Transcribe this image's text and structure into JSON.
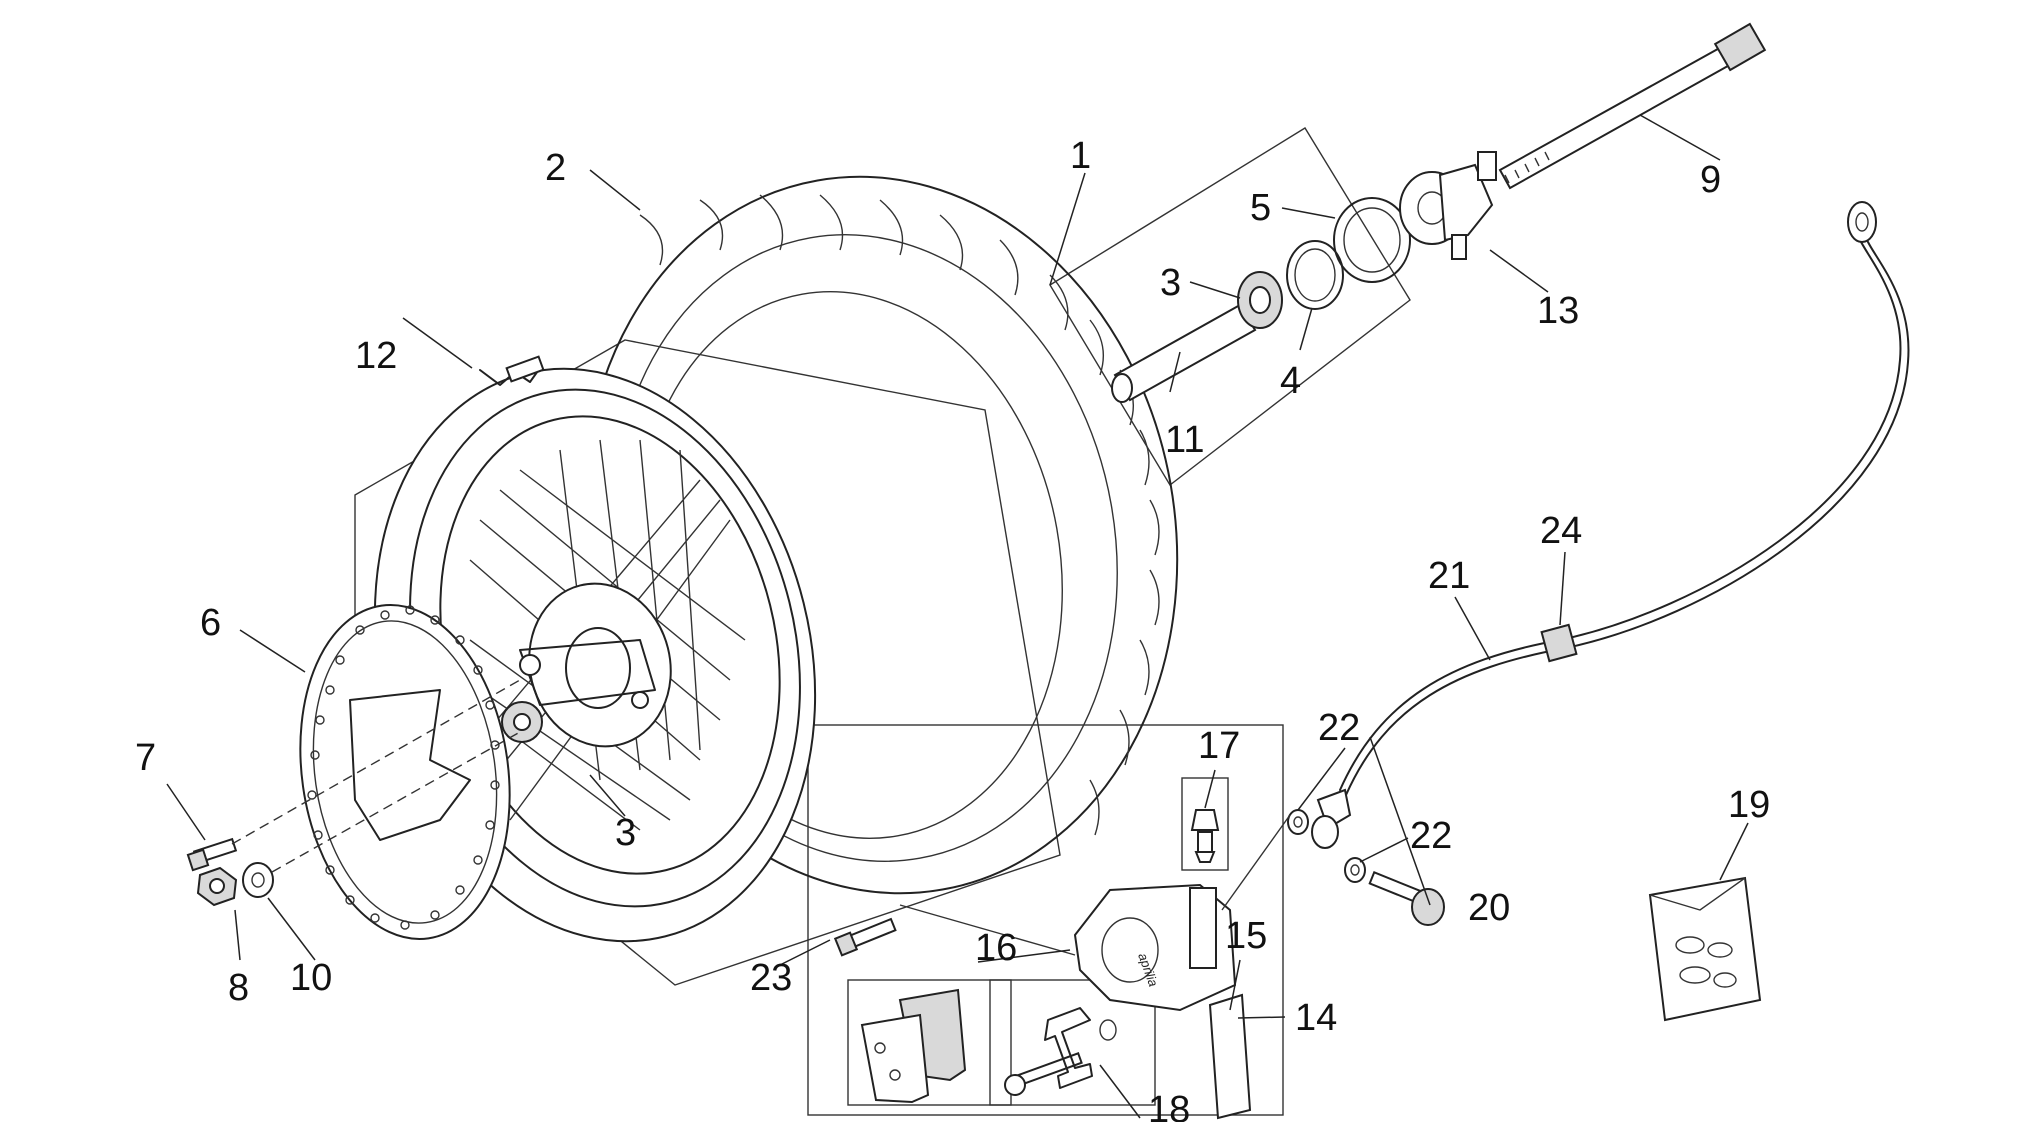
{
  "diagram": {
    "brand_text": "aprilia",
    "callouts": [
      {
        "id": "c1",
        "label": "1"
      },
      {
        "id": "c2",
        "label": "2"
      },
      {
        "id": "c3a",
        "label": "3"
      },
      {
        "id": "c3b",
        "label": "3"
      },
      {
        "id": "c4",
        "label": "4"
      },
      {
        "id": "c5",
        "label": "5"
      },
      {
        "id": "c6",
        "label": "6"
      },
      {
        "id": "c7",
        "label": "7"
      },
      {
        "id": "c8",
        "label": "8"
      },
      {
        "id": "c9",
        "label": "9"
      },
      {
        "id": "c10",
        "label": "10"
      },
      {
        "id": "c11",
        "label": "11"
      },
      {
        "id": "c12",
        "label": "12"
      },
      {
        "id": "c13",
        "label": "13"
      },
      {
        "id": "c14",
        "label": "14"
      },
      {
        "id": "c15",
        "label": "15"
      },
      {
        "id": "c16",
        "label": "16"
      },
      {
        "id": "c17",
        "label": "17"
      },
      {
        "id": "c18",
        "label": "18"
      },
      {
        "id": "c19",
        "label": "19"
      },
      {
        "id": "c20",
        "label": "20"
      },
      {
        "id": "c21",
        "label": "21"
      },
      {
        "id": "c22a",
        "label": "22"
      },
      {
        "id": "c22b",
        "label": "22"
      },
      {
        "id": "c23",
        "label": "23"
      },
      {
        "id": "c24",
        "label": "24"
      }
    ]
  }
}
